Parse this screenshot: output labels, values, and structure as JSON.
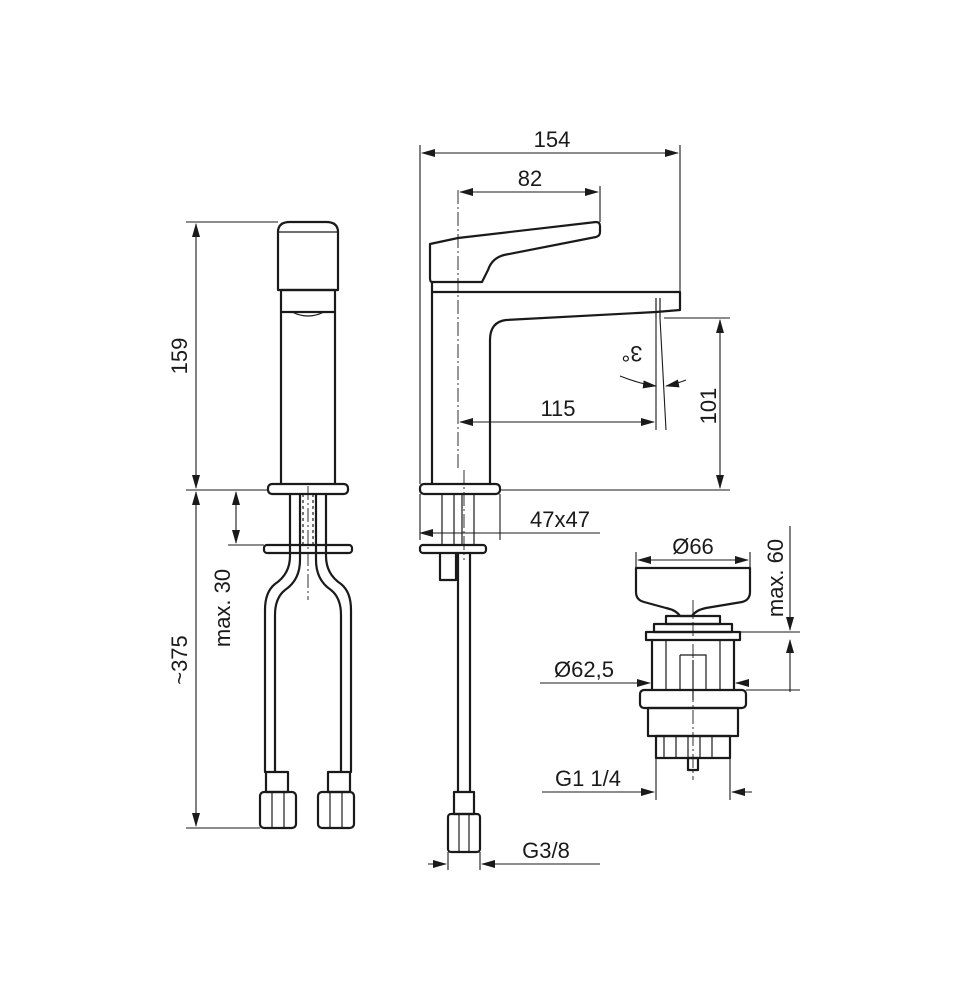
{
  "dimensions": {
    "overall_length": "154",
    "lever_length": "82",
    "spout_reach": "115",
    "spout_height": "101",
    "body_height": "159",
    "hose_length": "~375",
    "deck_thickness": "max. 30",
    "rosette_size": "47x47",
    "spout_angle": "3°",
    "waste_cap_diameter": "Ø66",
    "waste_body_diameter": "Ø62,5",
    "waste_height": "max. 60",
    "waste_thread": "G1 1/4",
    "hose_thread": "G3/8"
  }
}
